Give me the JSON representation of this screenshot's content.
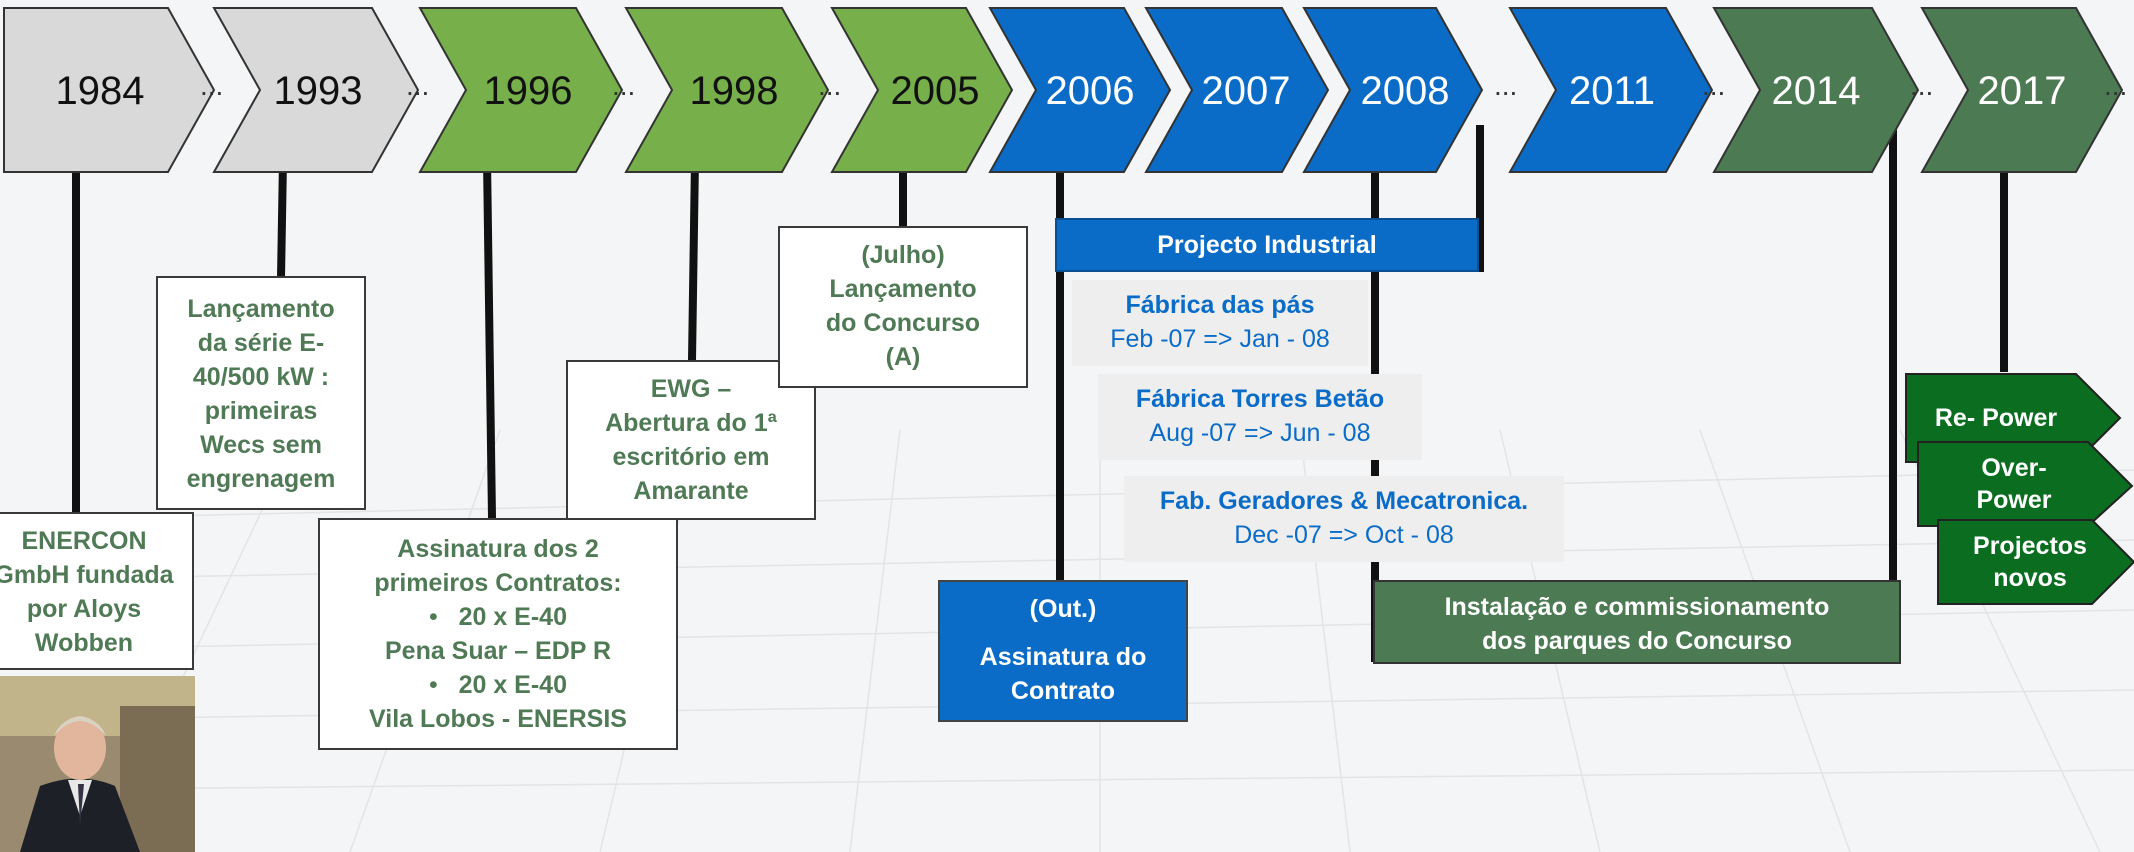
{
  "timeline": {
    "years": [
      "1984",
      "1993",
      "1996",
      "1998",
      "2005",
      "2006",
      "2007",
      "2008",
      "2011",
      "2014",
      "2017"
    ],
    "separator": "..."
  },
  "events": {
    "enercon": "ENERCON GmbH fundada por Aloys Wobben",
    "launch_series_l1": "Lançamento",
    "launch_series_l2": "da série  E-",
    "launch_series_l3": "40/500 kW :",
    "launch_series_l4": "primeiras",
    "launch_series_l5": "Wecs sem",
    "launch_series_l6": "engrenagem",
    "contracts_title_l1": "Assinatura dos 2",
    "contracts_title_l2": "primeiros Contratos:",
    "contracts_item1": "20 x E-40",
    "contracts_item1_site": "Pena Suar – EDP R",
    "contracts_item2": "20 x E-40",
    "contracts_item2_site": "Vila Lobos - ENERSIS",
    "ewg_l1": "EWG –",
    "ewg_l2": "Abertura do 1ª",
    "ewg_l3": "escritório em",
    "ewg_l4": "Amarante",
    "concurso_l1": "(Julho)",
    "concurso_l2": "Lançamento",
    "concurso_l3": "do Concurso",
    "concurso_l4": "(A)",
    "contrato_l1": "(Out.)",
    "contrato_l2": "Assinatura do",
    "contrato_l3": "Contrato",
    "projecto_industrial": "Projecto Industrial",
    "fabrica_pas_title": "Fábrica das pás",
    "fabrica_pas_dates": "Feb -07 => Jan - 08",
    "fabrica_torres_title": "Fábrica Torres Betão",
    "fabrica_torres_dates": "Aug -07 => Jun - 08",
    "fab_geradores_title": "Fab. Geradores & Mecatronica.",
    "fab_geradores_dates": "Dec -07 => Oct - 08",
    "instalacao_l1": "Instalação e commissionamento",
    "instalacao_l2": "dos parques do  Concurso",
    "repower": "Re- Power",
    "overpower_l1": "Over-",
    "overpower_l2": "Power",
    "projectos_l1": "Projectos",
    "projectos_l2": "novos"
  },
  "colors": {
    "grey": "#d9d9d9",
    "light_green": "#77b04a",
    "blue": "#0b6cc8",
    "dark_green": "#4b7a53",
    "tag_green": "#0a6d1f"
  }
}
